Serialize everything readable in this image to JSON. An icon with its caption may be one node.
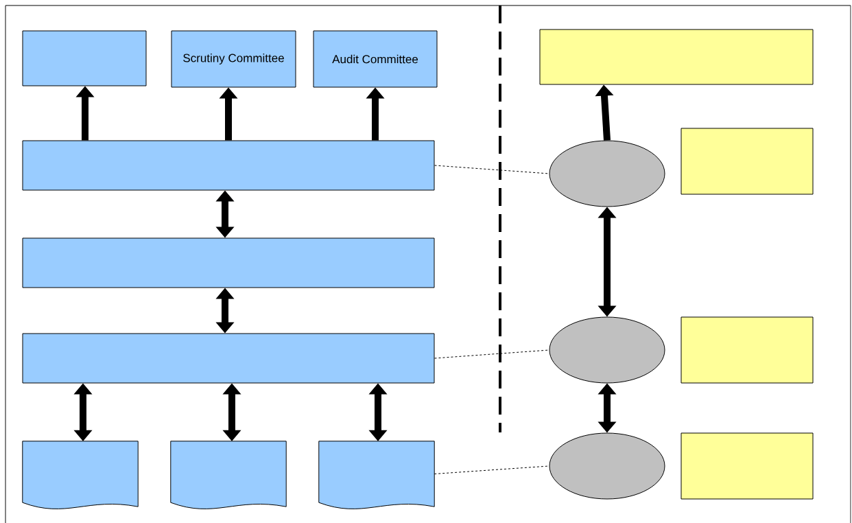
{
  "diagram": {
    "nodes": [
      {
        "text": [],
        "shape": "box"
      },
      {
        "text": [
          "Scrutiny Committee"
        ]
      },
      {
        "text": [
          "Audit Committee"
        ]
      },
      {
        "text": [],
        "shape": "box"
      },
      {
        "text": [],
        "shape": "box"
      },
      {
        "text": [],
        "shape": "ellipse"
      },
      {
        "text": [],
        "shape": "box"
      },
      {
        "text": [],
        "shape": "box"
      },
      {
        "text": [],
        "shape": "box"
      },
      {
        "text": [],
        "shape": "ellipse"
      },
      {
        "text": [],
        "shape": "box"
      },
      {
        "text": [],
        "shape": "document"
      },
      {
        "text": [],
        "shape": "document"
      },
      {
        "text": [],
        "shape": "document"
      },
      {
        "text": [],
        "shape": "ellipse"
      },
      {
        "text": [],
        "shape": "box"
      }
    ],
    "edges": [
      {
        "from": 4,
        "to": 0,
        "arrow": "to"
      },
      {
        "from": 4,
        "to": 1,
        "arrow": "to"
      },
      {
        "from": 4,
        "to": 2,
        "arrow": "to"
      },
      {
        "from": 5,
        "to": 3,
        "arrow": "to"
      },
      {
        "from": 4,
        "to": 7,
        "arrow": "both"
      },
      {
        "from": 7,
        "to": 8,
        "arrow": "both"
      },
      {
        "from": 8,
        "to": 11,
        "arrow": "both"
      },
      {
        "from": 8,
        "to": 12,
        "arrow": "both"
      },
      {
        "from": 8,
        "to": 13,
        "arrow": "both"
      },
      {
        "from": 5,
        "to": 9,
        "arrow": "both"
      },
      {
        "from": 9,
        "to": 14,
        "arrow": "both"
      },
      {
        "from": 4,
        "to": 5,
        "arrow": "none",
        "style": "dashed"
      },
      {
        "from": 8,
        "to": 9,
        "arrow": "none",
        "style": "dashed"
      },
      {
        "from": 13,
        "to": 14,
        "arrow": "none",
        "style": "dashed"
      }
    ]
  }
}
